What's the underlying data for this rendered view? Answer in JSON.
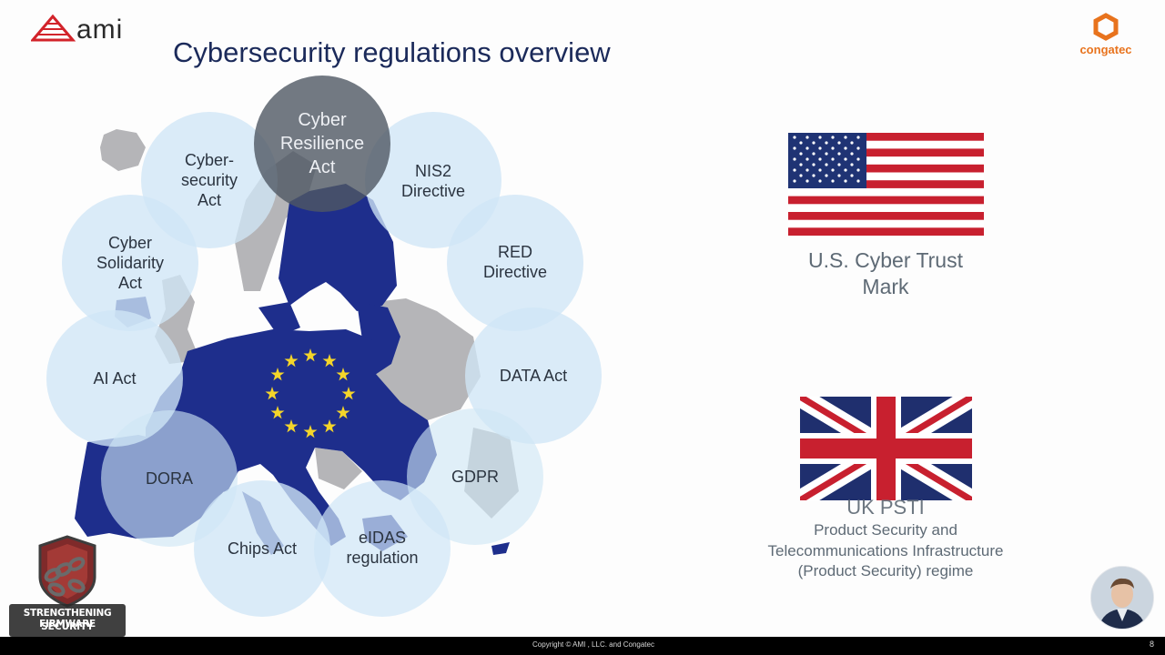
{
  "header": {
    "title": "Cybersecurity regulations overview",
    "logo_left": "ami",
    "logo_right": "congatec"
  },
  "colors": {
    "title": "#1b2a5a",
    "eu_blue": "#1e2e8c",
    "land_grey": "#b5b5b8",
    "circle_fill": "#cfe6f6",
    "circle_dark": "#4f5763",
    "star": "#f4d52a",
    "congatec_orange": "#e8731d",
    "ami_red": "#d2232a"
  },
  "regulations": [
    {
      "label_lines": [
        "Cyber",
        "Resilience",
        "Act"
      ],
      "style": "dark"
    },
    {
      "label_lines": [
        "Cyber-",
        "security",
        "Act"
      ],
      "style": "light"
    },
    {
      "label_lines": [
        "NIS2",
        "Directive"
      ],
      "style": "light"
    },
    {
      "label_lines": [
        "Cyber",
        "Solidarity",
        "Act"
      ],
      "style": "light"
    },
    {
      "label_lines": [
        "RED",
        "Directive"
      ],
      "style": "light"
    },
    {
      "label_lines": [
        "AI Act"
      ],
      "style": "light"
    },
    {
      "label_lines": [
        "DATA Act"
      ],
      "style": "light"
    },
    {
      "label_lines": [
        "DORA"
      ],
      "style": "light"
    },
    {
      "label_lines": [
        "GDPR"
      ],
      "style": "light"
    },
    {
      "label_lines": [
        "Chips Act"
      ],
      "style": "light"
    },
    {
      "label_lines": [
        "eIDAS",
        "regulation"
      ],
      "style": "light"
    }
  ],
  "us": {
    "caption_lines": [
      "U.S. Cyber Trust",
      "Mark"
    ]
  },
  "uk": {
    "title": "UK PSTI",
    "subtitle_lines": [
      "Product Security and",
      "Telecommunications Infrastructure",
      "(Product Security) regime"
    ]
  },
  "badge": {
    "line1": "STRENGTHENING FIRMWARE",
    "line2": "SECURITY"
  },
  "footer": {
    "copyright": "Copyright © AMI , LLC. and Congatec",
    "page_number": "8"
  }
}
